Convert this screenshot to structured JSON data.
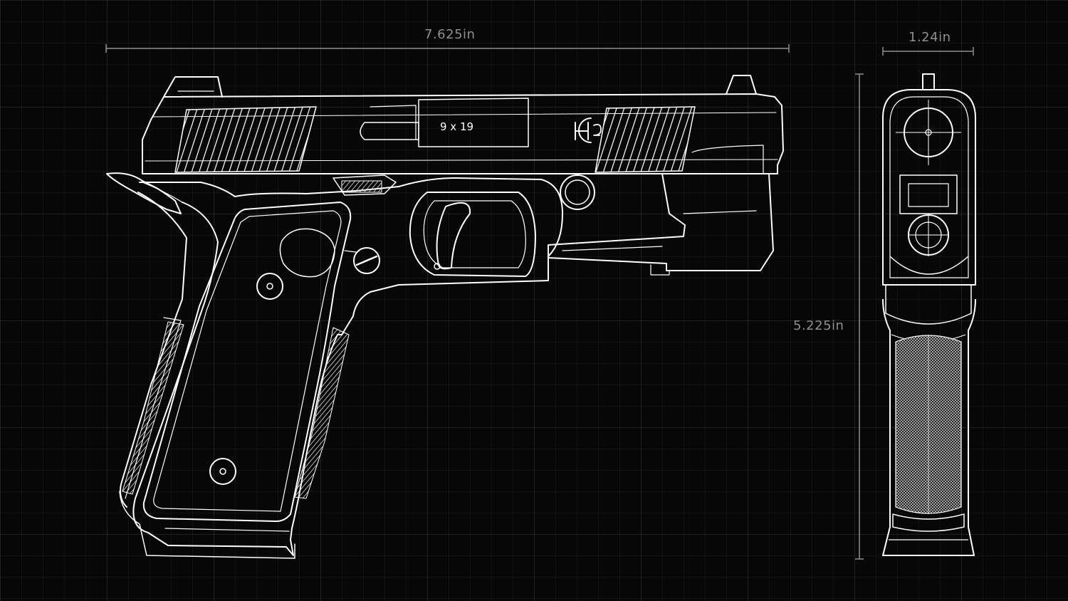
{
  "dimensions": {
    "length": "7.625in",
    "width": "1.24in",
    "height": "5.225in"
  },
  "slide": {
    "caliber_marking": "9 x 19"
  },
  "colors": {
    "background": "#070707",
    "line": "#ffffff",
    "dimension": "#8f8f8f"
  },
  "icons": {
    "logo": "h9-logo"
  }
}
